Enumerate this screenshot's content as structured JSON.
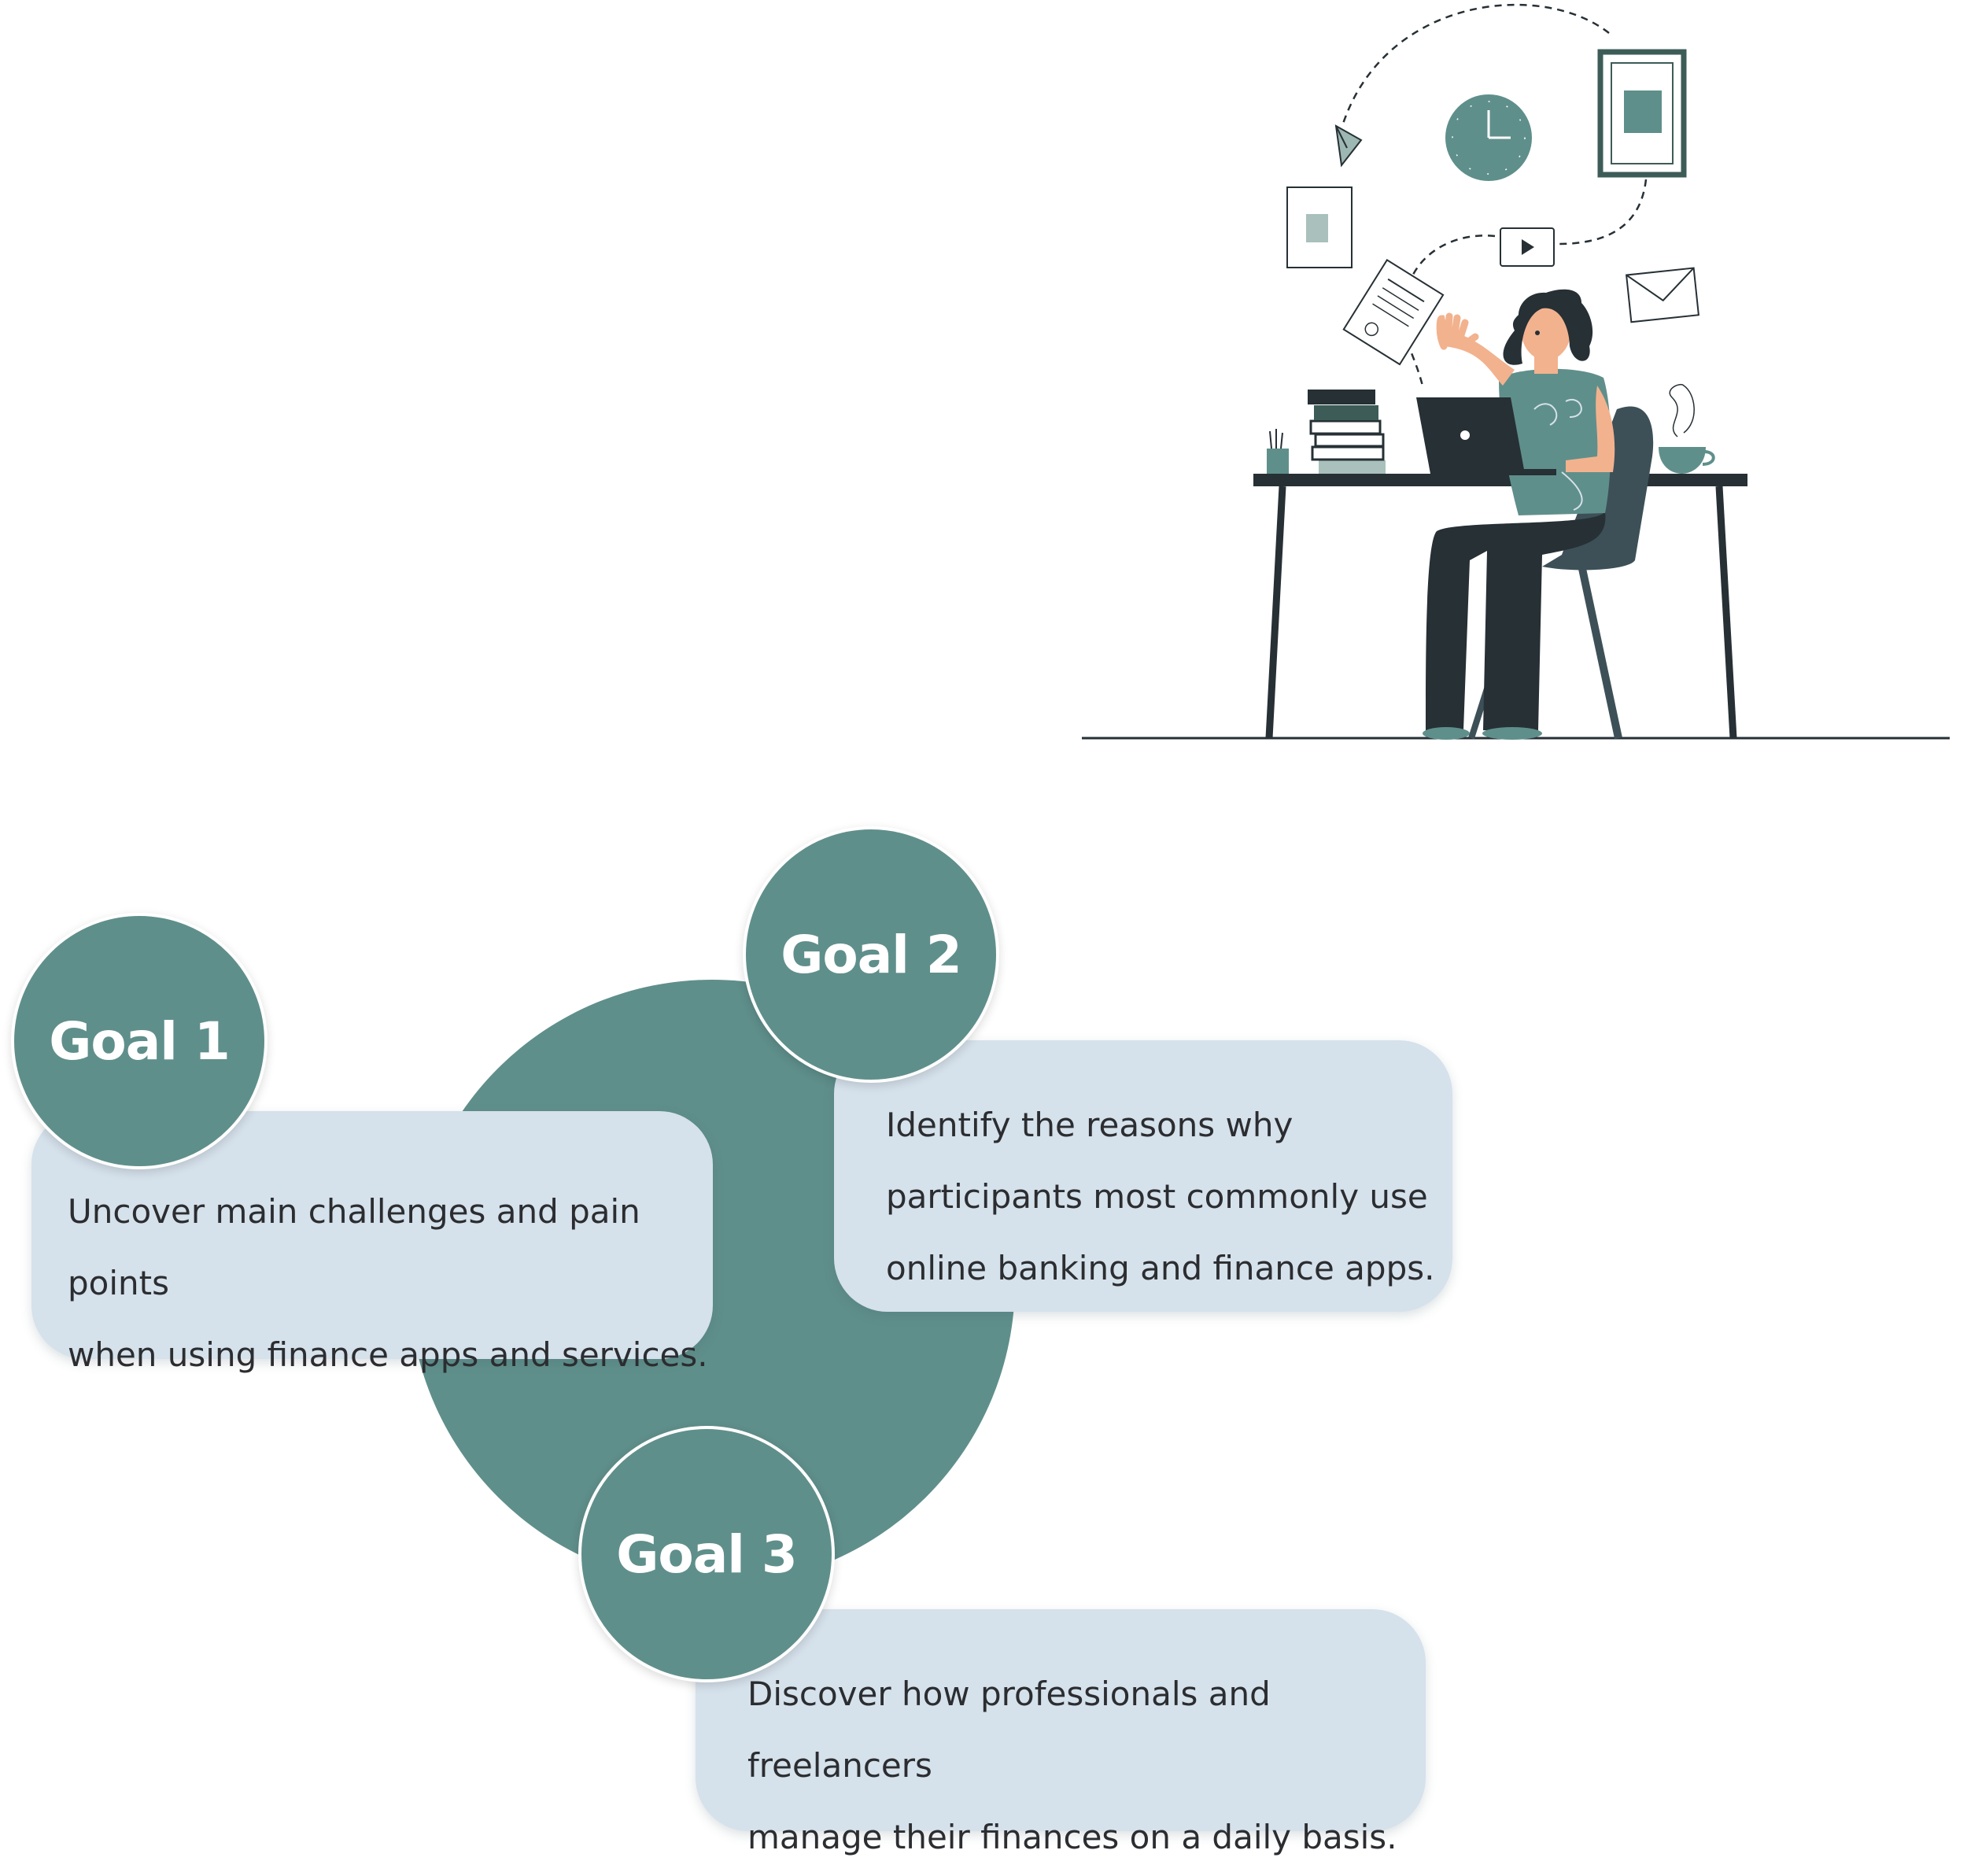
{
  "colors": {
    "teal": "#5f8f8b",
    "card": "#d5e1eb",
    "text": "#2b2d30",
    "badge_text": "#ffffff",
    "dark": "#263035"
  },
  "illustration": {
    "subject": "woman working at a laptop on a desk",
    "icons": [
      "paper-plane-icon",
      "clock-icon",
      "picture-frame-icon",
      "document-icon",
      "play-icon",
      "letter-icon",
      "envelope-icon",
      "books-icon",
      "pencil-cup-icon",
      "coffee-cup-icon"
    ]
  },
  "goals": [
    {
      "badge": "Goal 1",
      "text": "Uncover main challenges and pain points\nwhen using finance apps and services."
    },
    {
      "badge": "Goal 2",
      "text": "Identify the reasons why\nparticipants most commonly use\nonline banking and finance apps."
    },
    {
      "badge": "Goal 3",
      "text": "Discover how professionals and freelancers\nmanage their finances on a daily basis."
    }
  ]
}
